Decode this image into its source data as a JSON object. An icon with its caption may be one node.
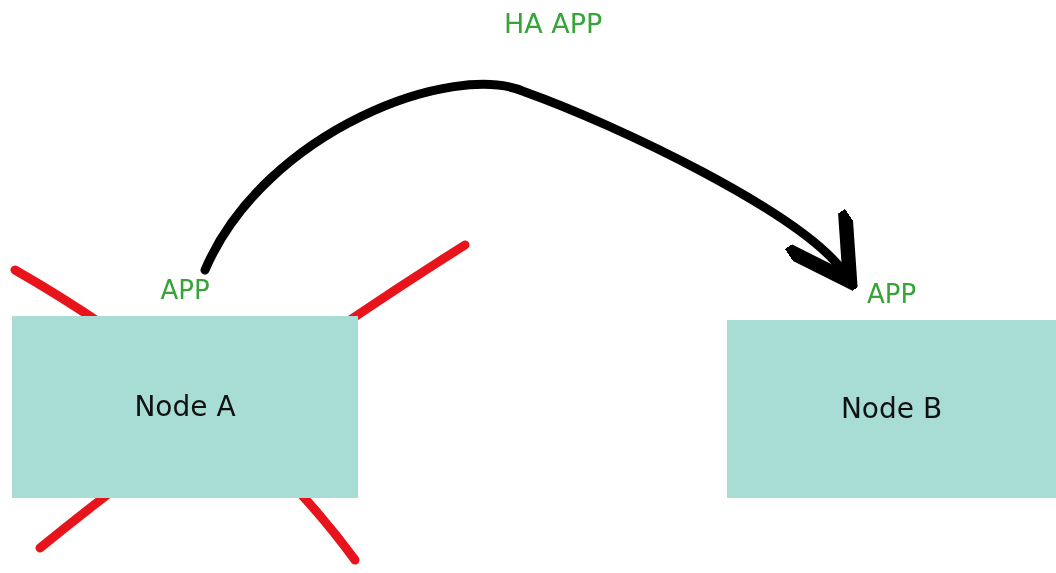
{
  "diagram": {
    "nodes": [
      {
        "text": [
          "APP",
          "Node A"
        ]
      },
      {
        "text": [
          "APP",
          "Node B"
        ]
      }
    ],
    "edges": [
      {
        "from": 0,
        "to": 1,
        "arrow": "to",
        "label": "HA APP"
      }
    ]
  }
}
